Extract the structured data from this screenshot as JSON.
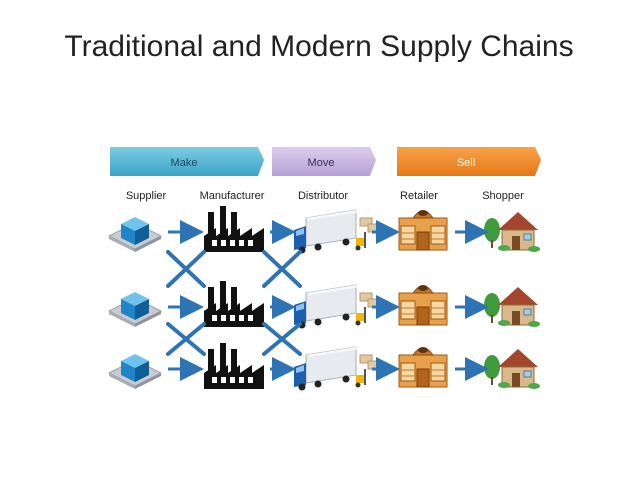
{
  "slide": {
    "title": "Traditional and Modern Supply Chains"
  },
  "phases": [
    {
      "label": "Make",
      "color": "#5BB9D6"
    },
    {
      "label": "Move",
      "color": "#C9B6E0"
    },
    {
      "label": "Sell",
      "color": "#F08A2A"
    }
  ],
  "stages": [
    "Supplier",
    "Manufacturer",
    "Distributor",
    "Retailer",
    "Shopper"
  ],
  "rows": 3,
  "icons": [
    "supplier-cube-icon",
    "factory-icon",
    "delivery-truck-icon",
    "storefront-icon",
    "house-icon"
  ],
  "colors": {
    "arrow": "#2E74B5",
    "factory": "#111111",
    "house_roof": "#A4452D",
    "store": "#E08A2E"
  }
}
